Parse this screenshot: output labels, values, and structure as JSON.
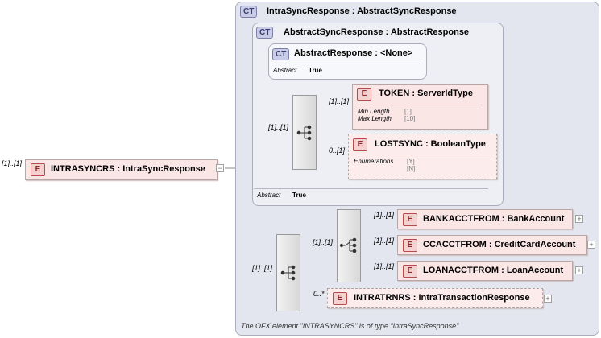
{
  "root": {
    "multiplicity": "[1]..[1]",
    "badge": "E",
    "title": "INTRASYNCRS : IntraSyncResponse"
  },
  "outer_type": {
    "badge": "CT",
    "title": "IntraSyncResponse : AbstractSyncResponse",
    "footer": "The OFX element \"INTRASYNCRS\" is of type \"IntraSyncResponse\""
  },
  "mid_type": {
    "badge": "CT",
    "title": "AbstractSyncResponse : AbstractResponse",
    "abstract_label": "Abstract",
    "abstract_value": "True"
  },
  "inner_type": {
    "badge": "CT",
    "title": "AbstractResponse : <None>",
    "abstract_label": "Abstract",
    "abstract_value": "True"
  },
  "seq1": {
    "multiplicity": "[1]..[1]"
  },
  "token": {
    "multiplicity": "[1]..[1]",
    "badge": "E",
    "title": "TOKEN   : ServerIdType",
    "facet1_label": "Min Length",
    "facet1_value": "[1]",
    "facet2_label": "Max Length",
    "facet2_value": "[10]"
  },
  "lostsync": {
    "multiplicity": "0..[1]",
    "badge": "E",
    "title": "LOSTSYNC : BooleanType",
    "facet_label": "Enumerations",
    "facet_value1": "[Y]",
    "facet_value2": "[N]"
  },
  "seq2": {
    "multiplicity": "[1]..[1]"
  },
  "choice": {
    "multiplicity": "[1]..[1]"
  },
  "bank": {
    "multiplicity": "[1]..[1]",
    "badge": "E",
    "title": "BANKACCTFROM : BankAccount"
  },
  "cc": {
    "multiplicity": "[1]..[1]",
    "badge": "E",
    "title": "CCACCTFROM : CreditCardAccount"
  },
  "loan": {
    "multiplicity": "[1]..[1]",
    "badge": "E",
    "title": "LOANACCTFROM : LoanAccount"
  },
  "intratrnrs": {
    "multiplicity": "0..*",
    "badge": "E",
    "title": "INTRATRNRS : IntraTransactionResponse"
  },
  "expand_glyph": "+",
  "collapse_glyph": "−"
}
